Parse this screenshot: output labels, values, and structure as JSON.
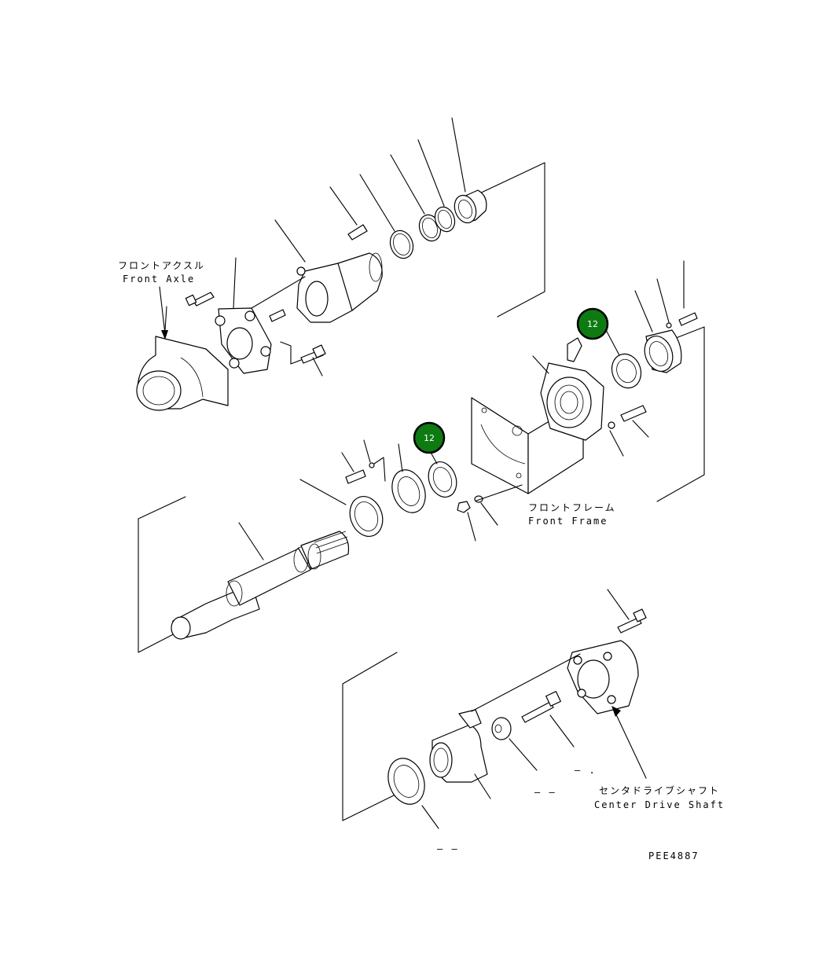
{
  "labels": {
    "front_axle_jp": "フロントアクスル",
    "front_axle_en": "Front Axle",
    "front_frame_jp": "フロントフレーム",
    "front_frame_en": "Front Frame",
    "center_shaft_jp": "センタドライブシャフト",
    "center_shaft_en": "Center Drive Shaft",
    "drawing_no": "PEE4887",
    "dash_a": "– –",
    "dash_b": "– –",
    "dash_c": "– ."
  },
  "callouts": [
    {
      "number": "12",
      "color": "#0e7a12",
      "border": "#000000"
    },
    {
      "number": "12",
      "color": "#0e7a12",
      "border": "#000000"
    }
  ]
}
